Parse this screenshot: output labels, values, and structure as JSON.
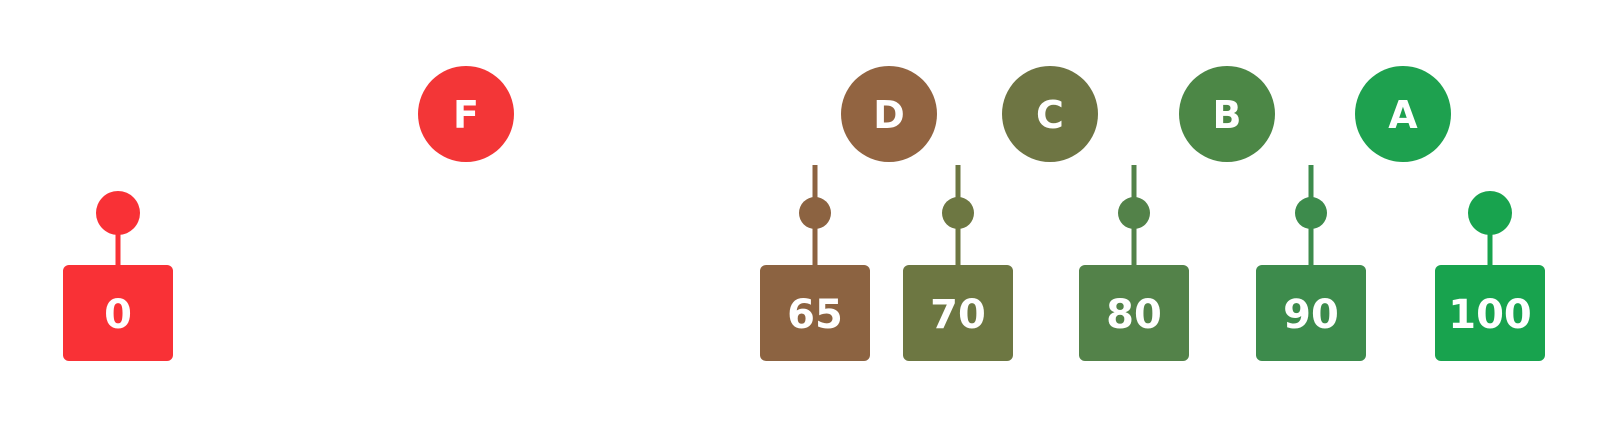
{
  "scale": {
    "min": 0,
    "max": 100,
    "breakpoints": [
      {
        "value": 0,
        "label": "0",
        "color": "#f93136"
      },
      {
        "value": 65,
        "label": "65",
        "color": "#8c6341"
      },
      {
        "value": 70,
        "label": "70",
        "color": "#6d7742"
      },
      {
        "value": 80,
        "label": "80",
        "color": "#538249"
      },
      {
        "value": 90,
        "label": "90",
        "color": "#3d8b4c"
      },
      {
        "value": 100,
        "label": "100",
        "color": "#18a34e"
      }
    ],
    "grades": [
      {
        "letter": "F",
        "color": "#f33637"
      },
      {
        "letter": "D",
        "color": "#926441"
      },
      {
        "letter": "C",
        "color": "#6e7543"
      },
      {
        "letter": "B",
        "color": "#4c8746"
      },
      {
        "letter": "A",
        "color": "#1ea14f"
      }
    ],
    "gradient": {
      "start": "#ff2d35",
      "mid": "#6d7842",
      "end": "#17a84f"
    }
  }
}
